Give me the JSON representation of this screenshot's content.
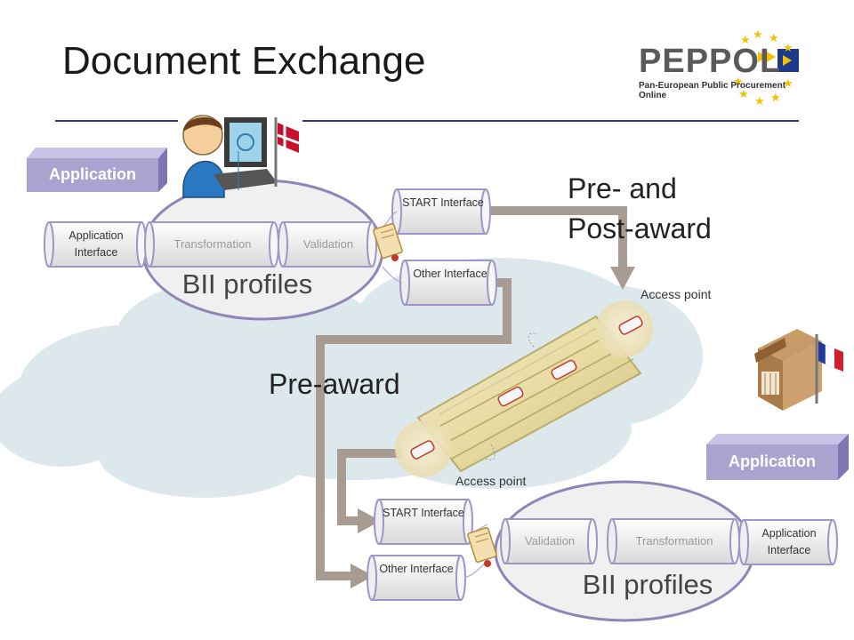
{
  "title": "Document Exchange",
  "logo": {
    "name": "PEPPOL",
    "tagline": "Pan-European Public Procurement Online"
  },
  "top_app": {
    "application": "Application",
    "application_interface": "Application Interface",
    "transformation": "Transformation",
    "validation": "Validation",
    "bii_profiles": "BII profiles",
    "start_interface": "START Interface",
    "other_interface": "Other Interface"
  },
  "bottom_app": {
    "application": "Application",
    "application_interface": "Application Interface",
    "transformation": "Transformation",
    "validation": "Validation",
    "bii_profiles": "BII profiles",
    "start_interface": "START Interface",
    "other_interface": "Other Interface"
  },
  "flows": {
    "pre_and_post_award": "Pre- and Post-award",
    "pre_award": "Pre-award"
  },
  "access_point_top": "Access point",
  "access_point_bottom": "Access point",
  "colors": {
    "cloud": "#dde8ec",
    "arrow": "#a89b92",
    "app_box": "#a9a3cf",
    "ellipse": "#f0f0f0",
    "ellipse_border": "#8f86b8",
    "rule": "#2e3a8c"
  }
}
